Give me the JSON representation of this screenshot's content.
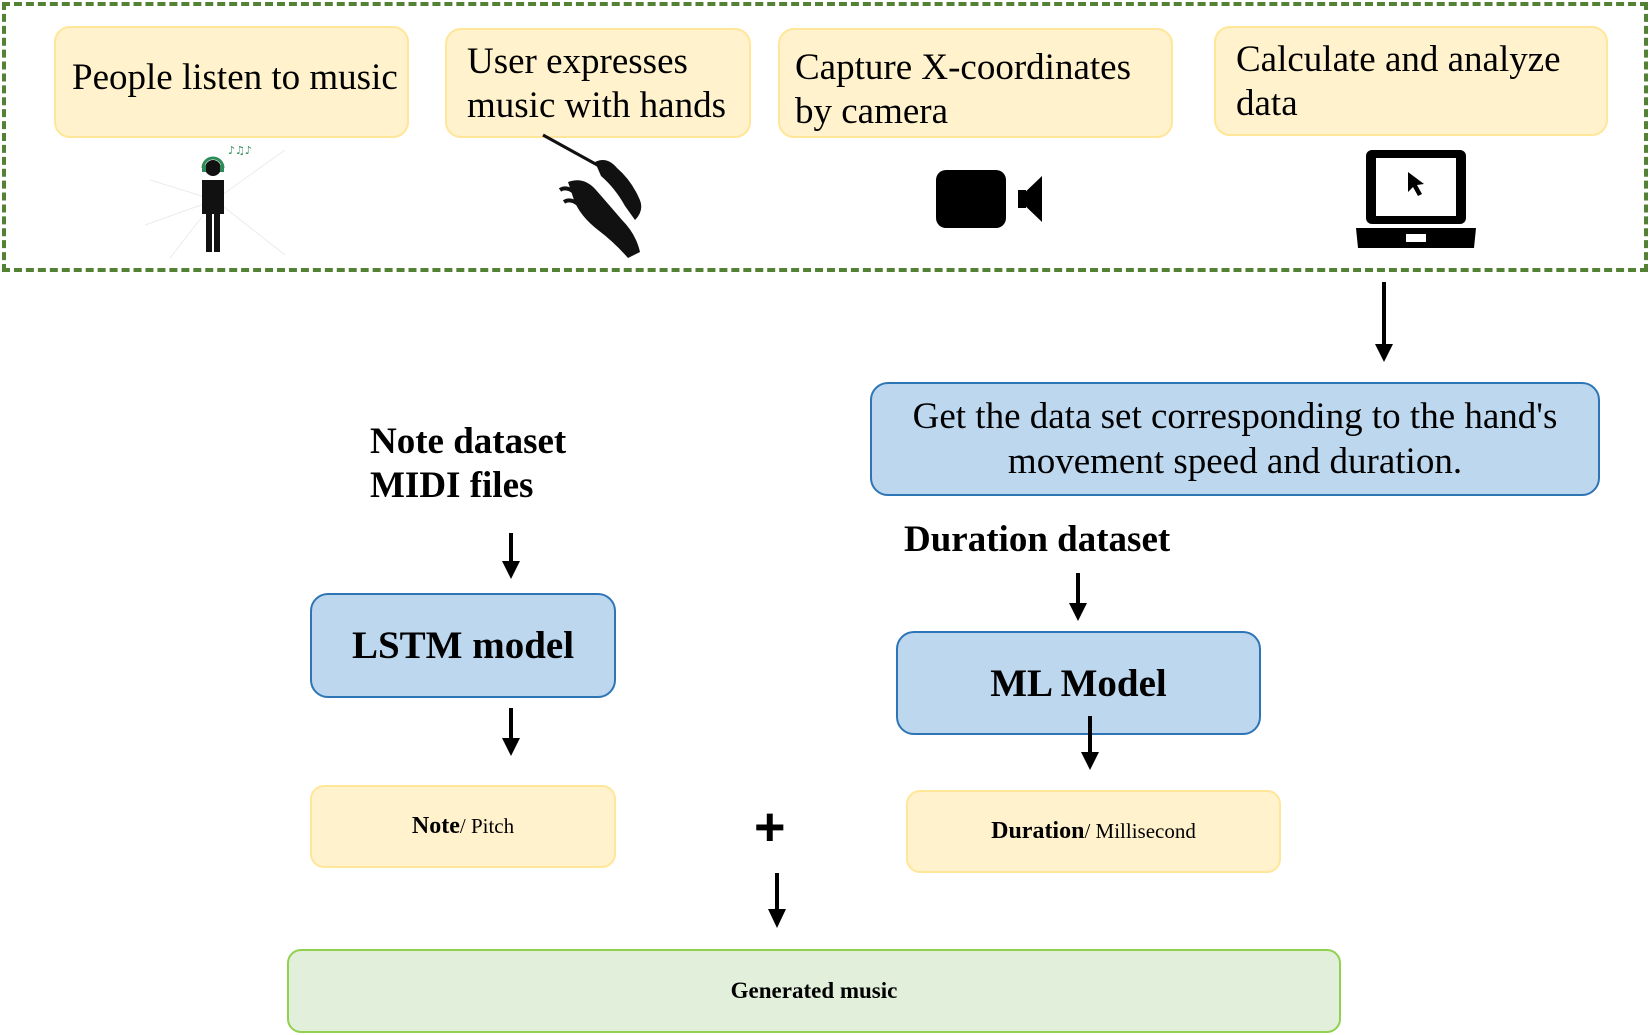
{
  "steps": {
    "listen": "People listen to music",
    "express": "User expresses music with hands",
    "capture": "Capture X-coordinates by camera",
    "analyze": "Calculate and analyze data"
  },
  "dataset_box": "Get the data set corresponding to the hand's movement speed and duration.",
  "note_dataset_line1": "Note dataset",
  "note_dataset_line2": "MIDI files",
  "duration_dataset": "Duration dataset",
  "lstm_model": "LSTM model",
  "ml_model": "ML Model",
  "note_output": {
    "bold": "Note",
    "rest": "/ Pitch"
  },
  "duration_output": {
    "bold": "Duration",
    "rest": "/ Millisecond"
  },
  "plus": "+",
  "generated": "Generated music",
  "icons": [
    "person-headphones-icon",
    "conductor-hands-icon",
    "video-camera-icon",
    "laptop-cursor-icon"
  ],
  "colors": {
    "frame": "#548235",
    "yellow": "#fff2cc",
    "blue": "#bdd7ee",
    "green": "#e2efda"
  }
}
